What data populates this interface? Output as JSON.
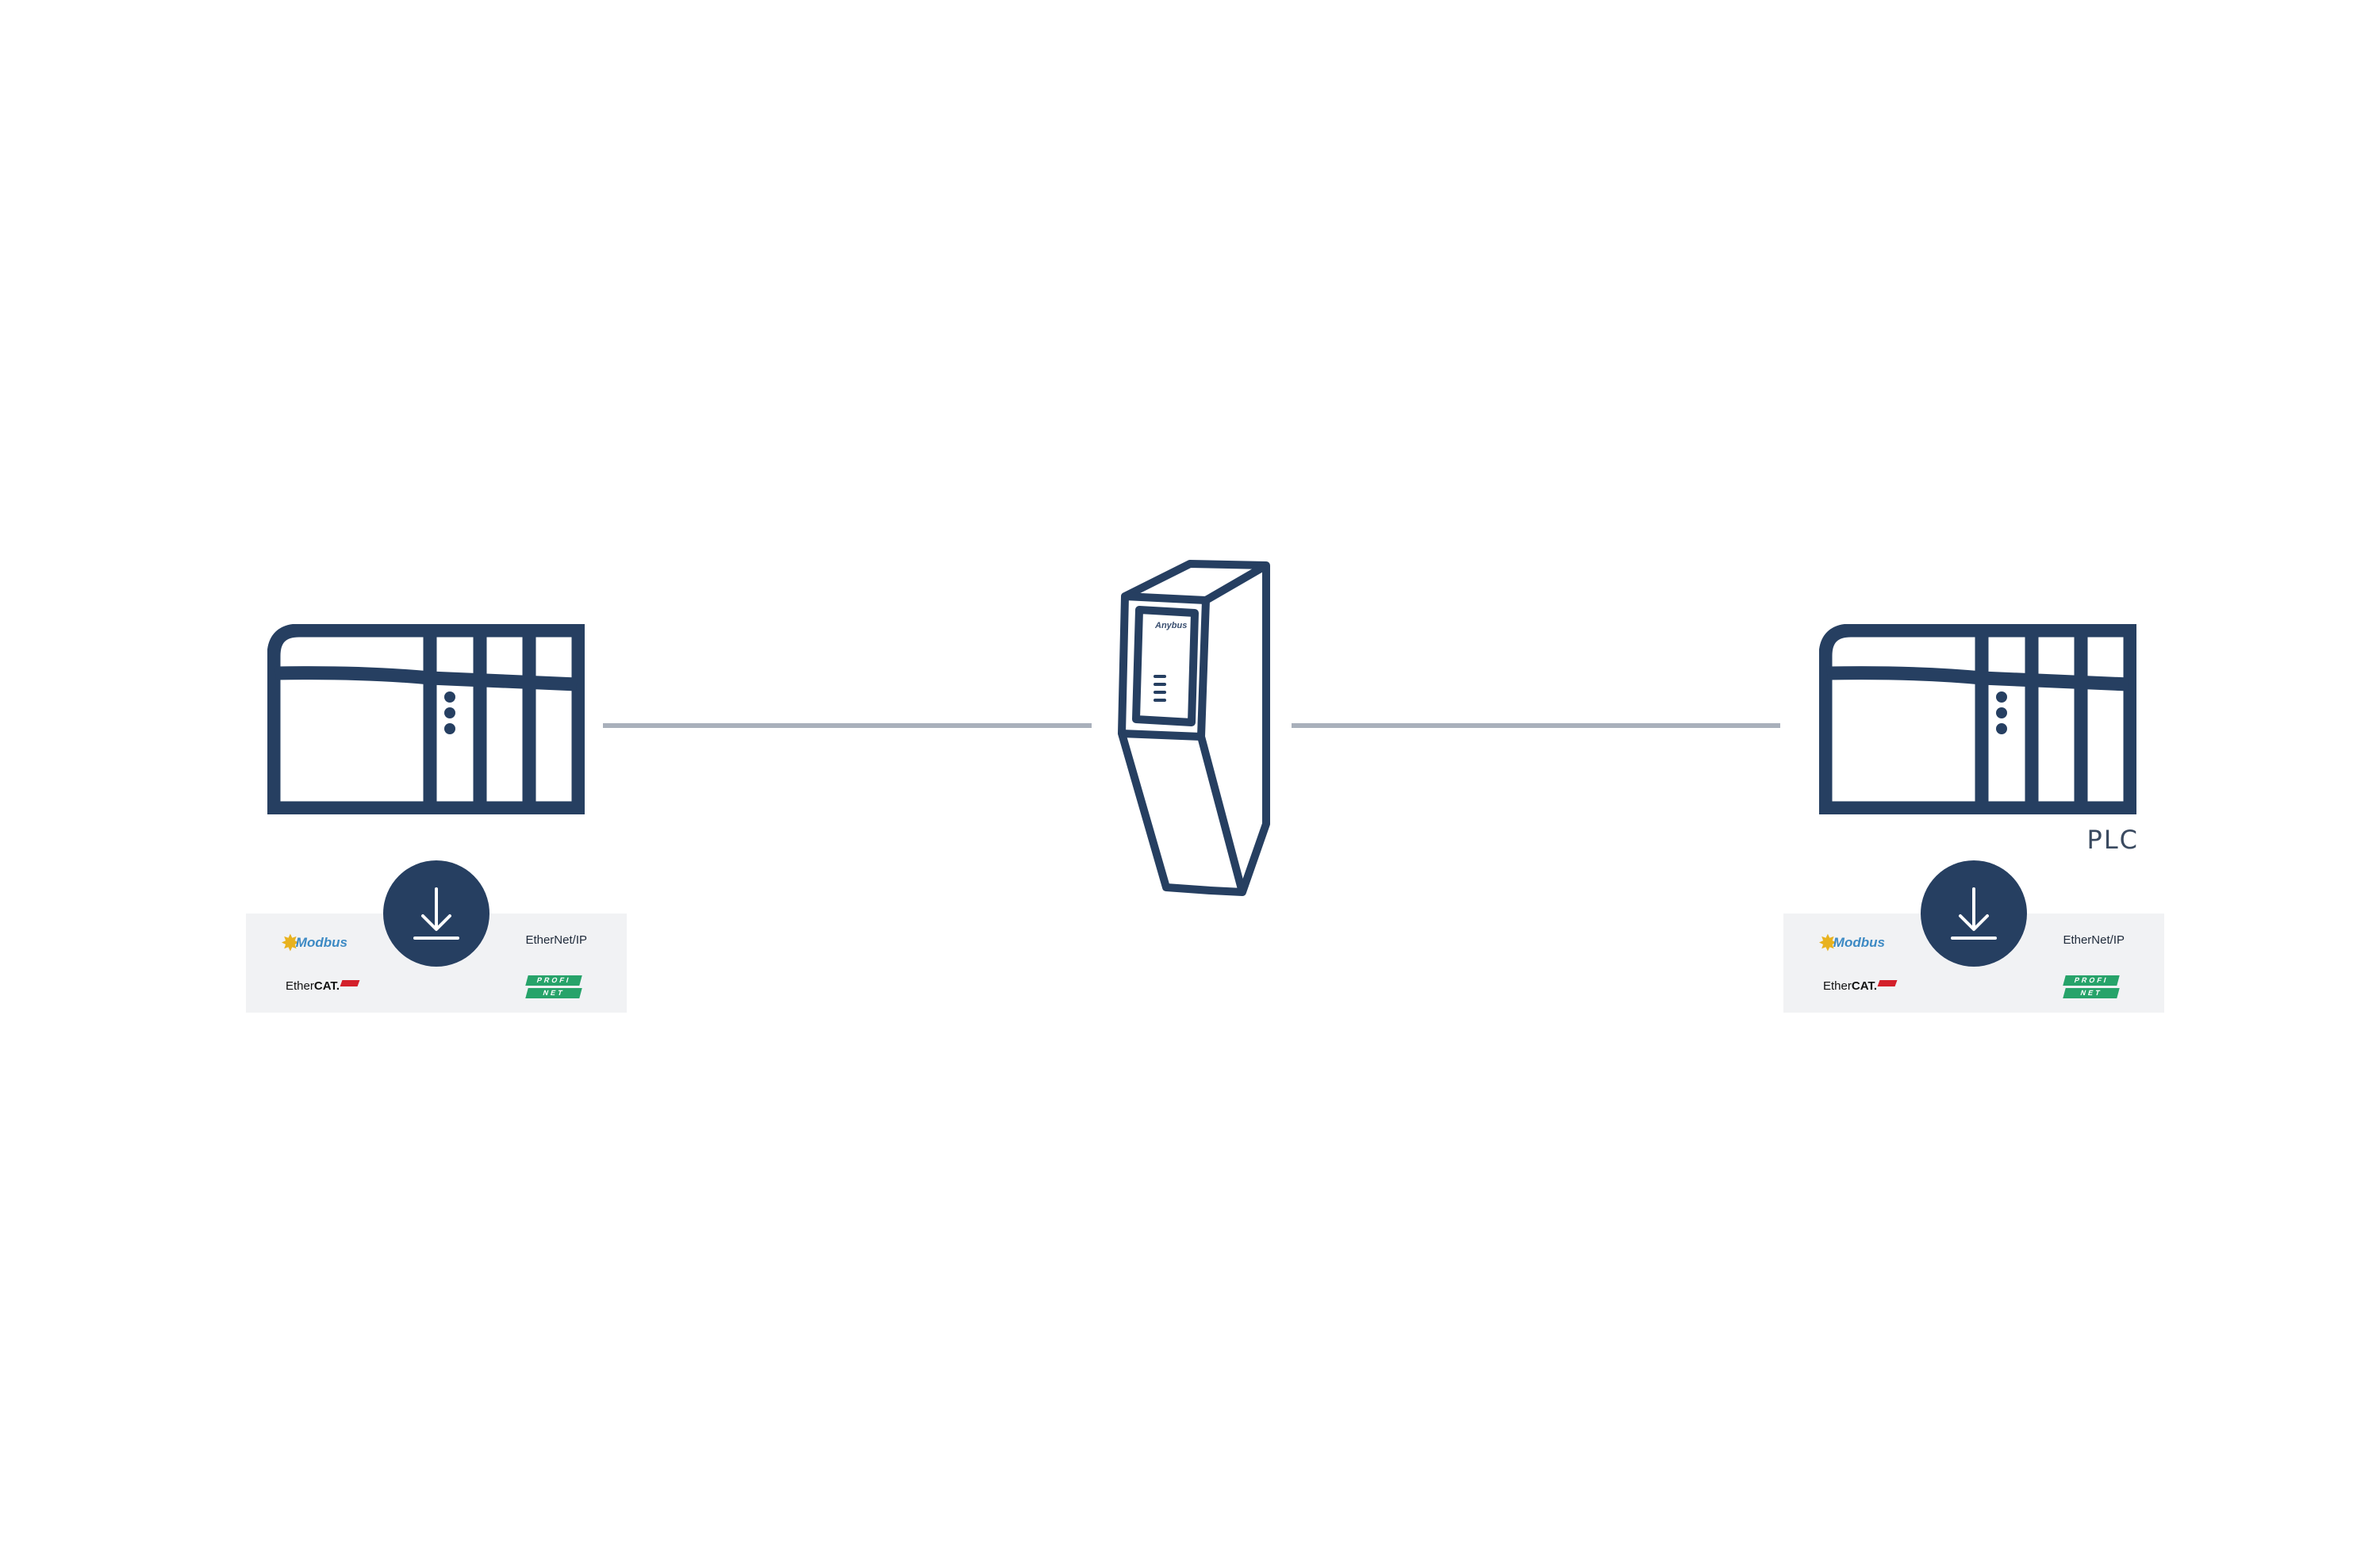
{
  "colors": {
    "device_stroke": "#263f61",
    "link_line": "#a9b0bb",
    "panel_bg": "#f1f2f4",
    "download_button": "#263f61"
  },
  "plc_right": {
    "label": "PLC"
  },
  "gateway": {
    "brand": "Anybus"
  },
  "protocol_panels": [
    {
      "id": "left",
      "download_icon": "download-icon",
      "logos": {
        "modbus": "Modbus",
        "ethernetip": "EtherNet/IP",
        "ethercat_prefix": "Ether",
        "ethercat_suffix": "CAT.",
        "profinet_top": "PROFI",
        "profinet_bottom": "NET"
      }
    },
    {
      "id": "right",
      "download_icon": "download-icon",
      "logos": {
        "modbus": "Modbus",
        "ethernetip": "EtherNet/IP",
        "ethercat_prefix": "Ether",
        "ethercat_suffix": "CAT.",
        "profinet_top": "PROFI",
        "profinet_bottom": "NET"
      }
    }
  ]
}
